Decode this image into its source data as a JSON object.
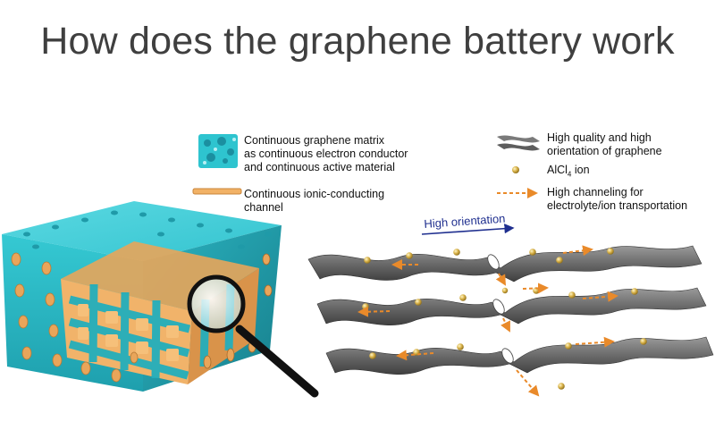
{
  "title": "How does the graphene battery work",
  "legend_left": {
    "matrix": {
      "icon": "graphene-matrix-icon",
      "lines": [
        "Continuous graphene matrix",
        "as continuous electron conductor",
        "and continuous active material"
      ]
    },
    "channel": {
      "icon": "ionic-channel-icon",
      "lines": [
        "Continuous ionic-conducting",
        "channel"
      ]
    }
  },
  "legend_right": {
    "graphene": {
      "icon": "graphene-sheet-icon",
      "lines": [
        "High quality and high",
        "orientation of graphene"
      ]
    },
    "ion": {
      "icon": "ion-sphere-icon",
      "label_prefix": "AlCl",
      "label_sub": "4",
      "label_suffix": " ion"
    },
    "channeling": {
      "icon": "dashed-arrow-icon",
      "lines": [
        "High channeling for",
        "electrolyte/ion transportation"
      ]
    }
  },
  "orientation_label": "High orientation",
  "colors": {
    "title": "#3f3f3f",
    "matrix": "#2ec4cf",
    "matrix_dark": "#1b8fa0",
    "channel": "#f2b266",
    "sheet": "#6f6f6f",
    "ion": "#d6b24a",
    "arrow": "#e98a2a",
    "orientation": "#1f2f8f"
  }
}
